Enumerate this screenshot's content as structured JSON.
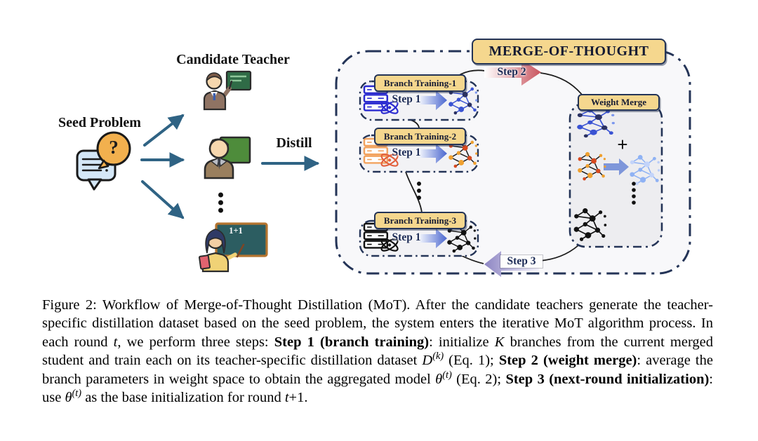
{
  "figure": {
    "left": {
      "seed_problem_label": "Seed Problem",
      "candidate_teacher_label": "Candidate Teacher",
      "distill_label": "Distill",
      "seed_question_mark": "?",
      "board_text": "1+1"
    },
    "mot": {
      "title": "MERGE-OF-THOUGHT",
      "step2_label": "Step 2",
      "step3_label": "Step 3",
      "weight_merge_label": "Weight Merge",
      "plus_sign": "+",
      "branches": [
        {
          "label": "Branch Training-1",
          "step_label": "Step 1"
        },
        {
          "label": "Branch Training-2",
          "step_label": "Step 1"
        },
        {
          "label": "Branch Training-3",
          "step_label": "Step 1"
        }
      ]
    },
    "colors": {
      "navy_border": "#243457",
      "label_fill": "#f5d78e",
      "teal_arrow": "#2f6384",
      "branch1_accent": "#3a53d3",
      "branch2_accent": "#ef8a3c",
      "branch3_accent": "#111111",
      "merged_student": "#8fb2f4",
      "step1_arrow": "#4b67cf",
      "step2_arrow": "#c9545e",
      "step3_arrow": "#8d85c3"
    }
  },
  "caption": {
    "segments": [
      {
        "text": "Figure 2: Workflow of Merge-of-Thought Distillation (MoT). After the candidate teachers generate the teacher-specific distillation dataset based on the seed problem, the system enters the iterative MoT algorithm process. In each round "
      },
      {
        "text": "t"
      },
      {
        "text": ", we perform three steps: "
      },
      {
        "text": "Step 1 (branch training)"
      },
      {
        "text": ": initialize "
      },
      {
        "text": "K"
      },
      {
        "text": " branches from the current merged student and train each on its teacher-specific distillation dataset "
      },
      {
        "text": "D"
      },
      {
        "text": "(k)"
      },
      {
        "text": " (Eq. 1); "
      },
      {
        "text": "Step 2 (weight merge)"
      },
      {
        "text": ": average the branch parameters in weight space to obtain the aggregated model "
      },
      {
        "text": "θ"
      },
      {
        "text": "(t)"
      },
      {
        "text": " (Eq. 2); "
      },
      {
        "text": "Step 3 (next-round initialization)"
      },
      {
        "text": ": use "
      },
      {
        "text": "θ"
      },
      {
        "text": "(t)"
      },
      {
        "text": " as the base initialization for round "
      },
      {
        "text": "t"
      },
      {
        "text": "+1."
      }
    ]
  }
}
